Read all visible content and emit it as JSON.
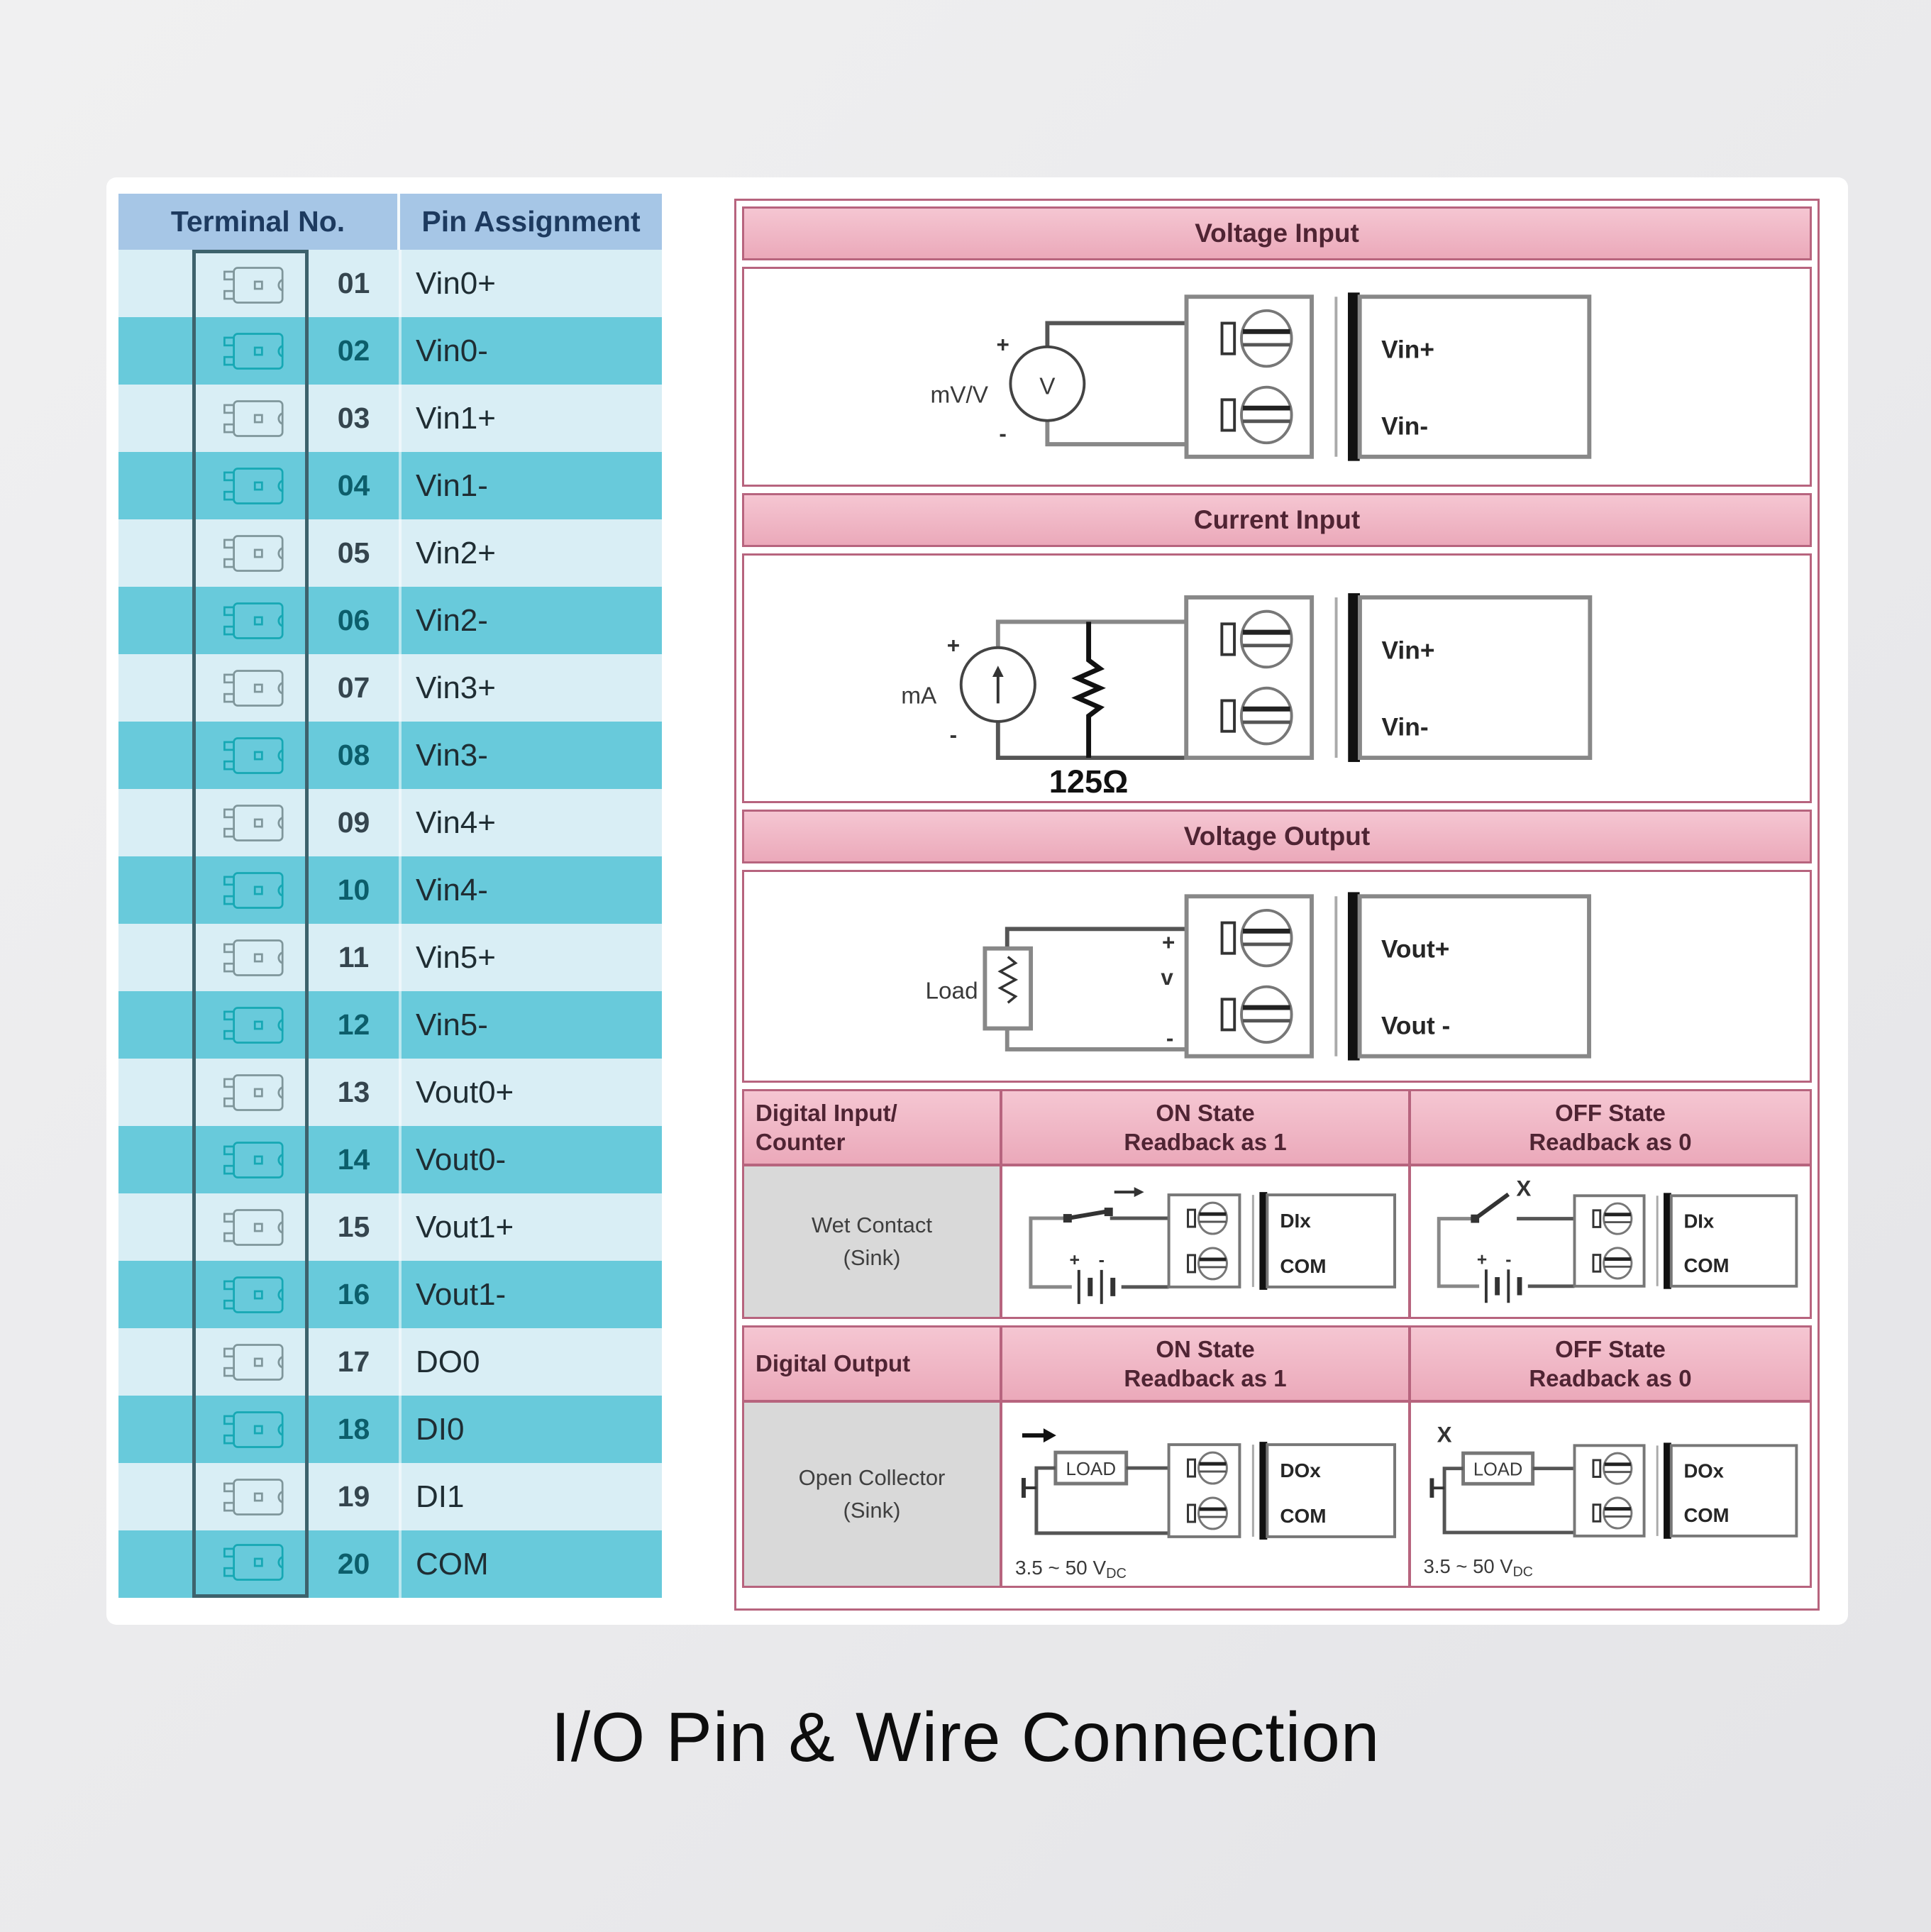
{
  "page_title": "I/O Pin & Wire Connection",
  "pin_table": {
    "col1_header": "Terminal No.",
    "col2_header": "Pin Assignment",
    "rows": [
      {
        "no": "01",
        "pin": "Vin0+"
      },
      {
        "no": "02",
        "pin": "Vin0-"
      },
      {
        "no": "03",
        "pin": "Vin1+"
      },
      {
        "no": "04",
        "pin": "Vin1-"
      },
      {
        "no": "05",
        "pin": "Vin2+"
      },
      {
        "no": "06",
        "pin": "Vin2-"
      },
      {
        "no": "07",
        "pin": "Vin3+"
      },
      {
        "no": "08",
        "pin": "Vin3-"
      },
      {
        "no": "09",
        "pin": "Vin4+"
      },
      {
        "no": "10",
        "pin": "Vin4-"
      },
      {
        "no": "11",
        "pin": "Vin5+"
      },
      {
        "no": "12",
        "pin": "Vin5-"
      },
      {
        "no": "13",
        "pin": "Vout0+"
      },
      {
        "no": "14",
        "pin": "Vout0-"
      },
      {
        "no": "15",
        "pin": "Vout1+"
      },
      {
        "no": "16",
        "pin": "Vout1-"
      },
      {
        "no": "17",
        "pin": "DO0"
      },
      {
        "no": "18",
        "pin": "DI0"
      },
      {
        "no": "19",
        "pin": "DI1"
      },
      {
        "no": "20",
        "pin": "COM"
      }
    ]
  },
  "voltage_input": {
    "title": "Voltage Input",
    "source_label": "mV/V",
    "source_symbol": "V",
    "plus": "+",
    "minus": "-",
    "terminal_top": "Vin+",
    "terminal_bottom": "Vin-"
  },
  "current_input": {
    "title": "Current Input",
    "source_label": "mA",
    "plus": "+",
    "minus": "-",
    "resistor_label": "125Ω",
    "terminal_top": "Vin+",
    "terminal_bottom": "Vin-"
  },
  "voltage_output": {
    "title": "Voltage Output",
    "load_label": "Load",
    "mark_plus": "+",
    "mark_v": "v",
    "mark_minus": "-",
    "terminal_top": "Vout+",
    "terminal_bottom": "Vout -"
  },
  "digital_input": {
    "header_line1": "Digital Input/",
    "header_line2": "Counter",
    "on_state_line1": "ON State",
    "on_state_line2": "Readback as 1",
    "off_state_line1": "OFF State",
    "off_state_line2": "Readback as 0",
    "row_label_line1": "Wet Contact",
    "row_label_line2": "(Sink)",
    "battery_plus": "+",
    "battery_minus": "-",
    "off_mark": "X",
    "terminal_top": "DIx",
    "terminal_bottom": "COM"
  },
  "digital_output": {
    "header": "Digital Output",
    "on_state_line1": "ON State",
    "on_state_line2": "Readback as 1",
    "off_state_line1": "OFF State",
    "off_state_line2": "Readback as 0",
    "row_label_line1": "Open Collector",
    "row_label_line2": "(Sink)",
    "load_label": "LOAD",
    "off_mark": "X",
    "voltage_range": "3.5 ~ 50 V",
    "voltage_range_sub": "DC",
    "terminal_top": "DOx",
    "terminal_bottom": "COM"
  },
  "colors": {
    "accent_pink": "#f0b4c2",
    "accent_pink_border": "#b7647e",
    "table_header_blue": "#a6c6e6",
    "row_light": "#d9eef5",
    "row_teal": "#68cadb",
    "gray_cell": "#d9d9d9"
  }
}
